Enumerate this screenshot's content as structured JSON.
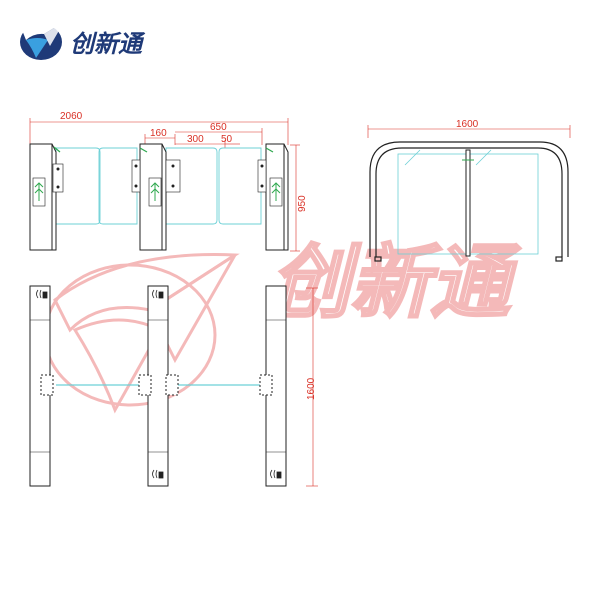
{
  "brand": {
    "name": "创新通",
    "watermark_text": "创新通",
    "color": "#1f3a78",
    "accent": "#3aa0e0"
  },
  "dimensions": {
    "total_width": "2060",
    "side_width": "160",
    "center_span": "650",
    "door_width": "300",
    "gap": "50",
    "height": "950",
    "length": "1600",
    "side_view_width": "1600"
  },
  "colors": {
    "line": "#222222",
    "dimension": "#d93025",
    "glass": "#6cd0d6",
    "indicator": "#2fa84f",
    "watermark": "#f3b2b2"
  },
  "icons": {
    "logo": "swallow-logo-icon",
    "arrow": "green-arrow-indicator-icon",
    "card_reader": "card-reader-icon"
  }
}
